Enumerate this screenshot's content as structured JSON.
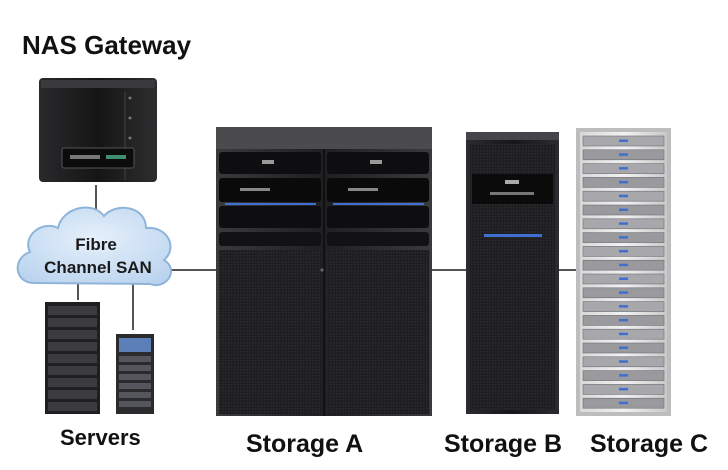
{
  "title": "NAS Gateway",
  "cloud": {
    "line1": "Fibre",
    "line2": "Channel SAN"
  },
  "labels": {
    "servers": "Servers",
    "storage_a": "Storage A",
    "storage_b": "Storage B",
    "storage_c": "Storage C"
  },
  "colors": {
    "cloud_fill": "#cfe2f5",
    "cloud_stroke": "#8fb4d9",
    "connector": "#555555",
    "rack_dark": "#1c1c1e",
    "accent_blue": "#3f6fd0"
  }
}
